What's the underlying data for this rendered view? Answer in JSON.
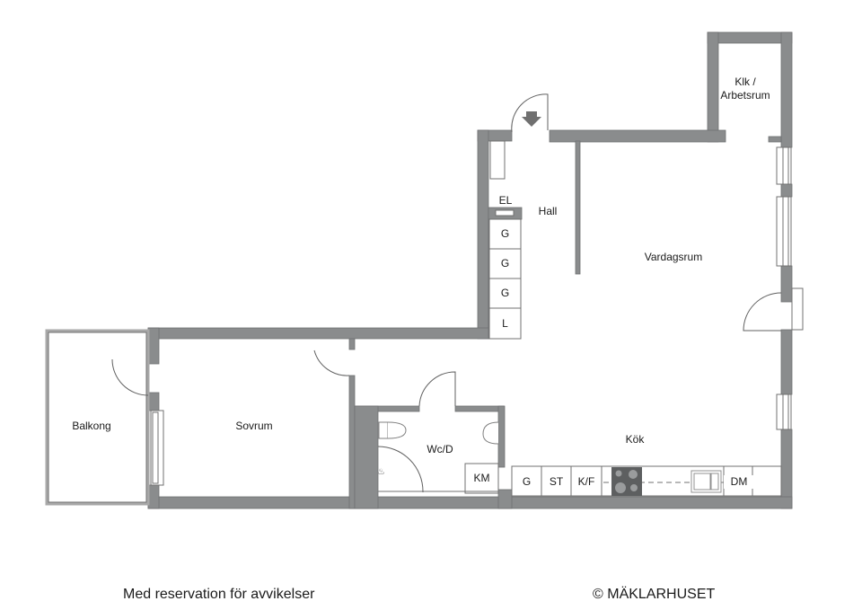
{
  "colors": {
    "wall": "#8a8c8d",
    "wall_edge": "#6f7172",
    "line": "#707070",
    "background": "#ffffff"
  },
  "rooms": {
    "klk": "Klk /",
    "klk2": "Arbetsrum",
    "hall": "Hall",
    "vardagsrum": "Vardagsrum",
    "balkong": "Balkong",
    "sovrum": "Sovrum",
    "wcd": "Wc/D",
    "kok": "Kök"
  },
  "fixtures": {
    "el": "EL",
    "wardrobes": [
      "G",
      "G",
      "G",
      "L"
    ],
    "km": "KM",
    "kitchen": [
      "G",
      "ST",
      "K/F",
      "DM"
    ]
  },
  "icons": [
    "entrance-arrow-icon",
    "stove-icon",
    "sink-icon",
    "toilet-icon",
    "washbasin-icon",
    "shower-icon"
  ],
  "footer": {
    "disclaimer": "Med reservation för avvikelser",
    "copyright": "© MÄKLARHUSET"
  }
}
